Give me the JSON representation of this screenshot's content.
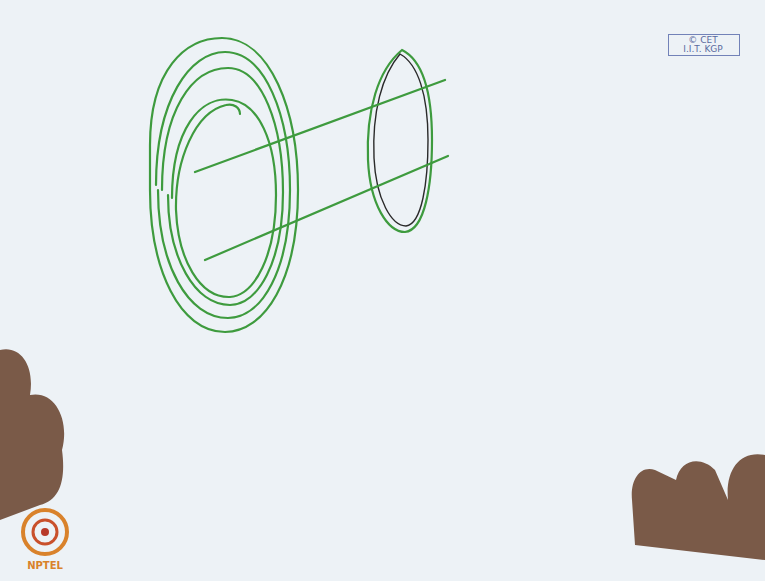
{
  "diagram": {
    "labels": [
      "© CET",
      "I.I.T. KGP",
      "NPTEL"
    ]
  }
}
